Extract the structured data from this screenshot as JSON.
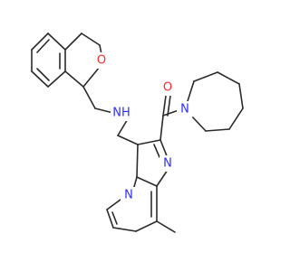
{
  "molecule": {
    "atoms": [
      {
        "id": "O1",
        "label": "O",
        "color": "#ff2a2a"
      },
      {
        "id": "N_amine",
        "label": "NH",
        "color": "#2d2dff"
      },
      {
        "id": "O_carbonyl",
        "label": "O",
        "color": "#ff2a2a"
      },
      {
        "id": "N_azepane",
        "label": "N",
        "color": "#2d2dff"
      },
      {
        "id": "N_imidazole",
        "label": "N",
        "color": "#2d2dff"
      },
      {
        "id": "N_bridge",
        "label": "N",
        "color": "#2d2dff"
      }
    ]
  }
}
